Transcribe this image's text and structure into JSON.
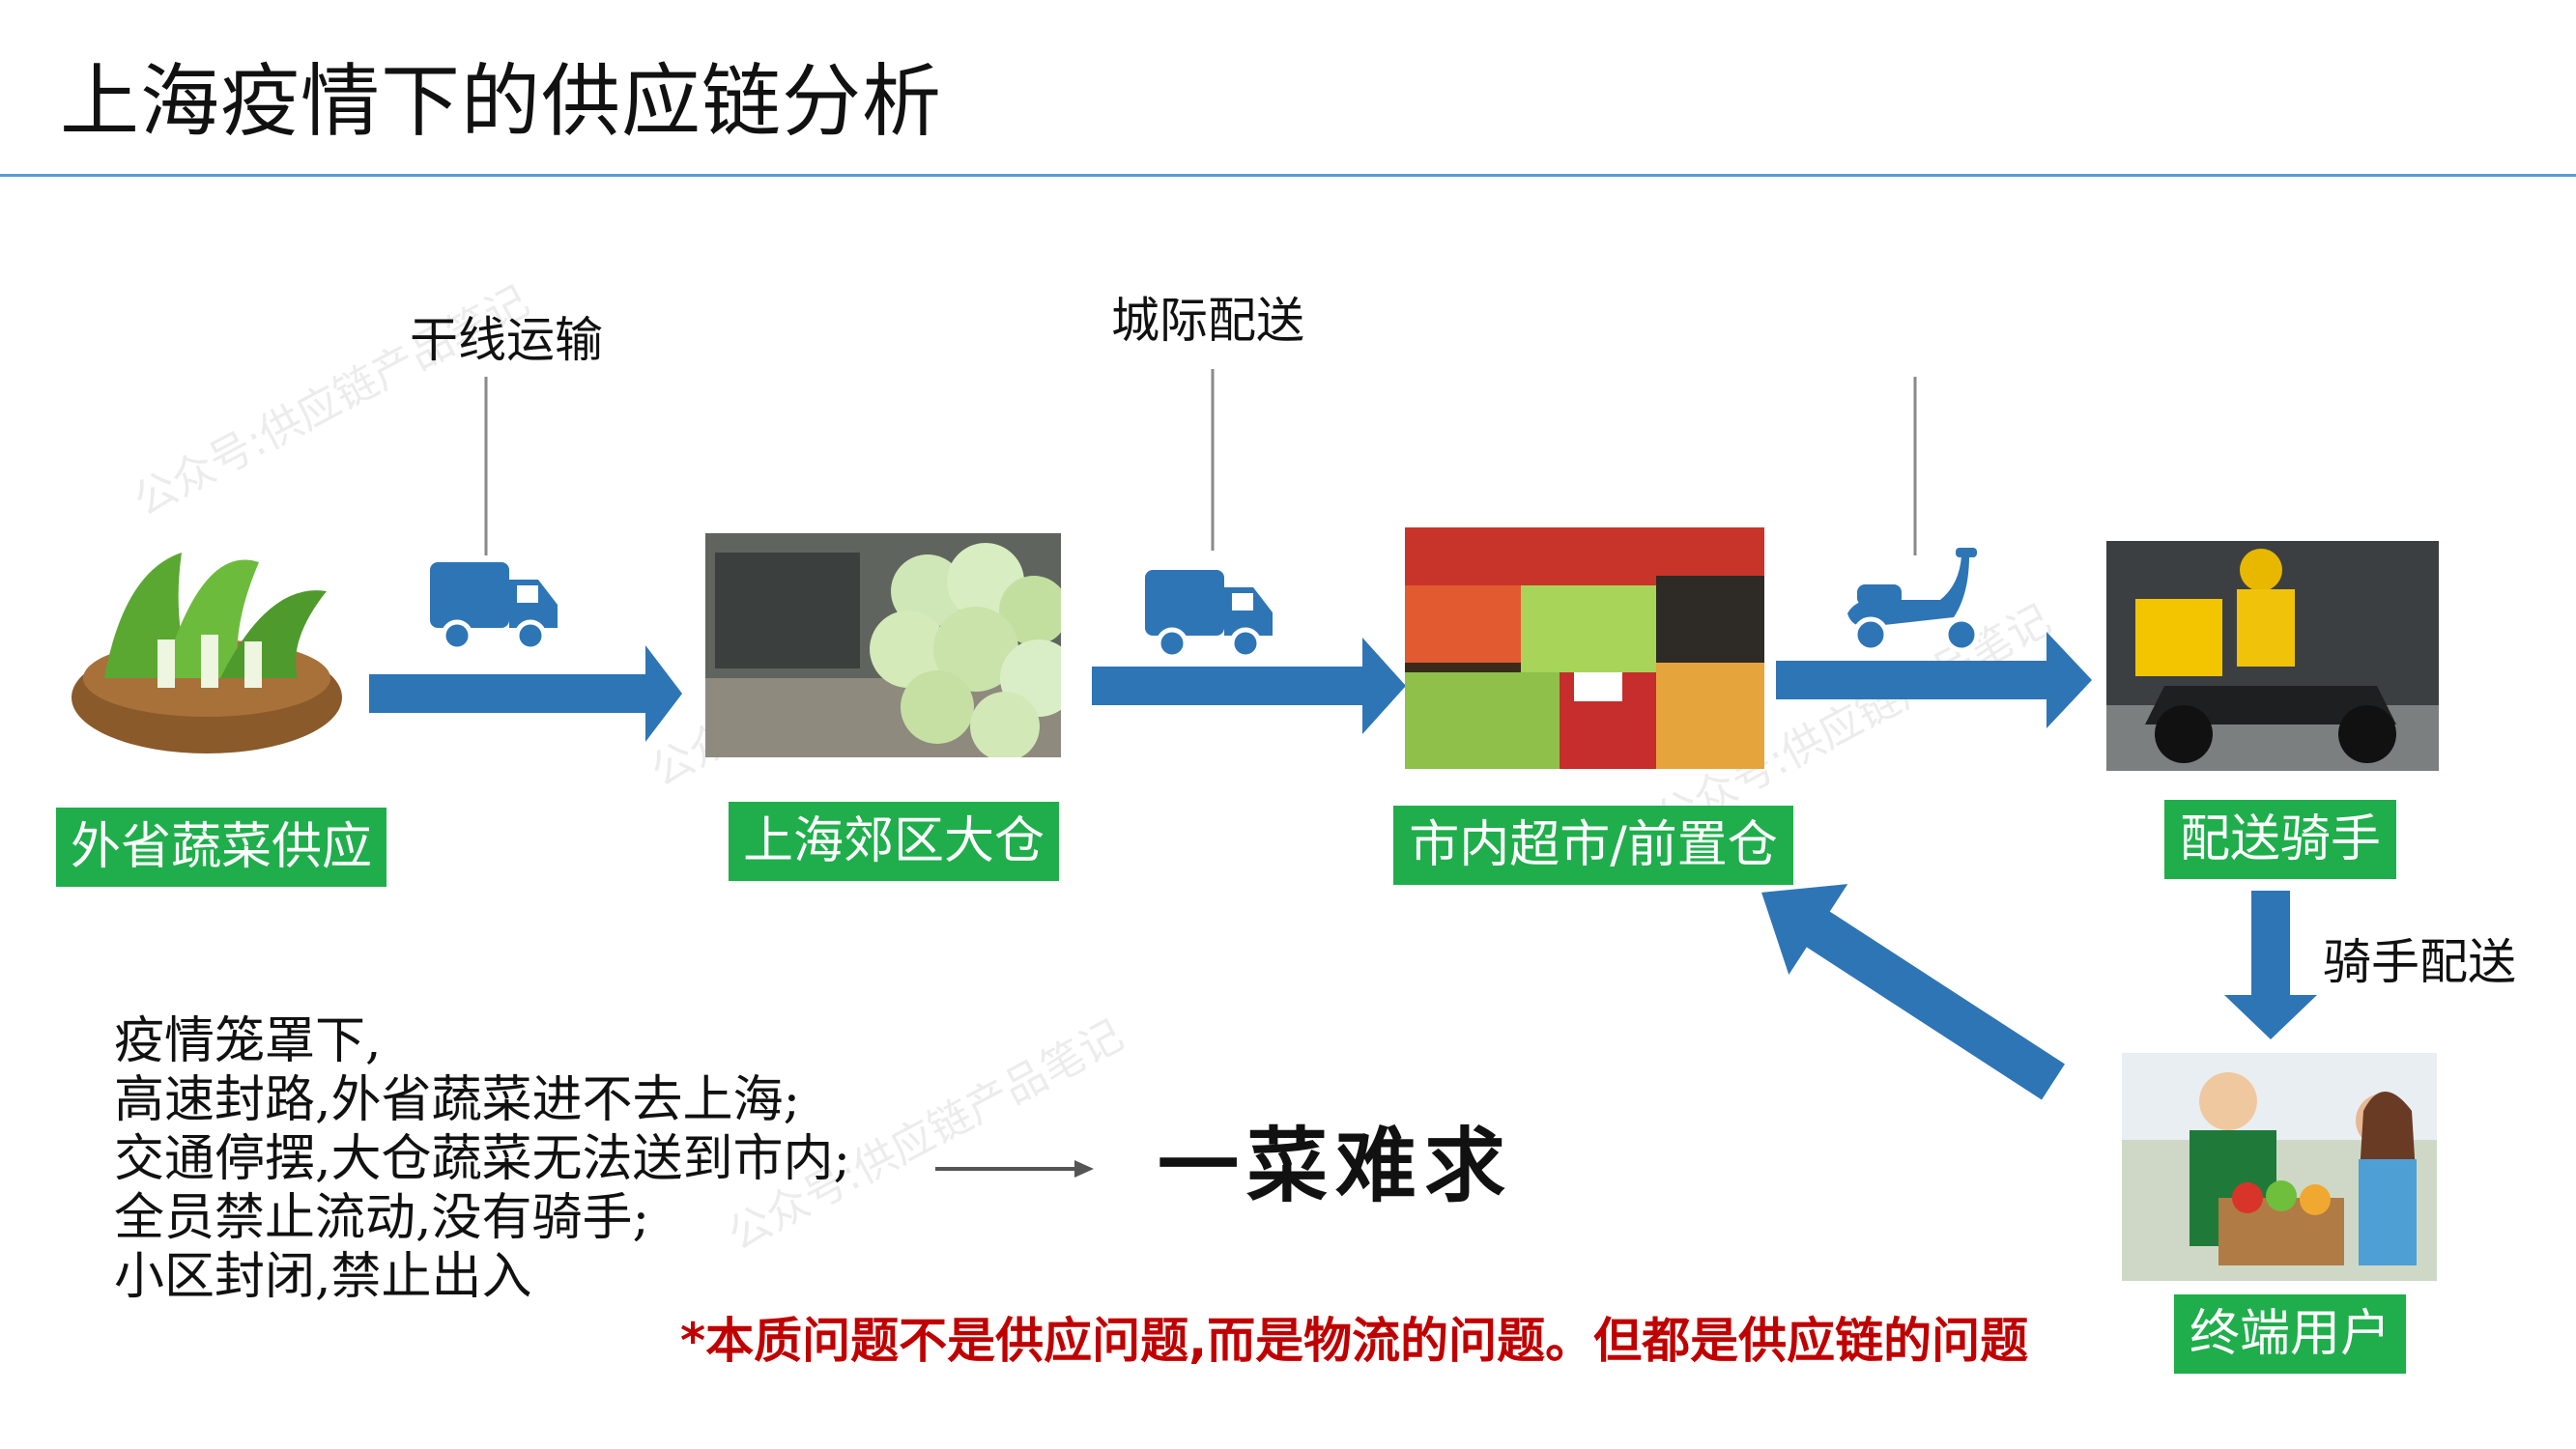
{
  "slide": {
    "title": "上海疫情下的供应链分析"
  },
  "nodes": [
    {
      "id": "vegetable-supply",
      "label": "外省蔬菜供应"
    },
    {
      "id": "warehouse",
      "label": "上海郊区大仓"
    },
    {
      "id": "supermarket",
      "label": "市内超市/前置仓"
    },
    {
      "id": "rider",
      "label": "配送骑手"
    },
    {
      "id": "end-user",
      "label": "终端用户"
    }
  ],
  "edges": [
    {
      "from": "vegetable-supply",
      "to": "warehouse",
      "label": "干线运输",
      "icon": "truck-icon"
    },
    {
      "from": "warehouse",
      "to": "supermarket",
      "label": "城际配送",
      "icon": "truck-icon"
    },
    {
      "from": "supermarket",
      "to": "rider",
      "label": "",
      "icon": "scooter-icon"
    },
    {
      "from": "rider",
      "to": "end-user",
      "label": "骑手配送"
    },
    {
      "from": "end-user",
      "to": "supermarket",
      "label": ""
    }
  ],
  "note": {
    "lines": [
      "疫情笼罩下,",
      "高速封路,外省蔬菜进不去上海;",
      "交通停摆,大仓蔬菜无法送到市内;",
      "全员禁止流动,没有骑手;",
      "小区封闭,禁止出入"
    ],
    "result": "一菜难求"
  },
  "footnote": "*本质问题不是供应问题,而是物流的问题。但都是供应链的问题",
  "watermark": "公众号:供应链产品笔记",
  "colors": {
    "arrow": "#2e75b6",
    "label_bg": "#1fae4b",
    "footnote": "#c00000",
    "title_rule": "#5b9bd5"
  }
}
